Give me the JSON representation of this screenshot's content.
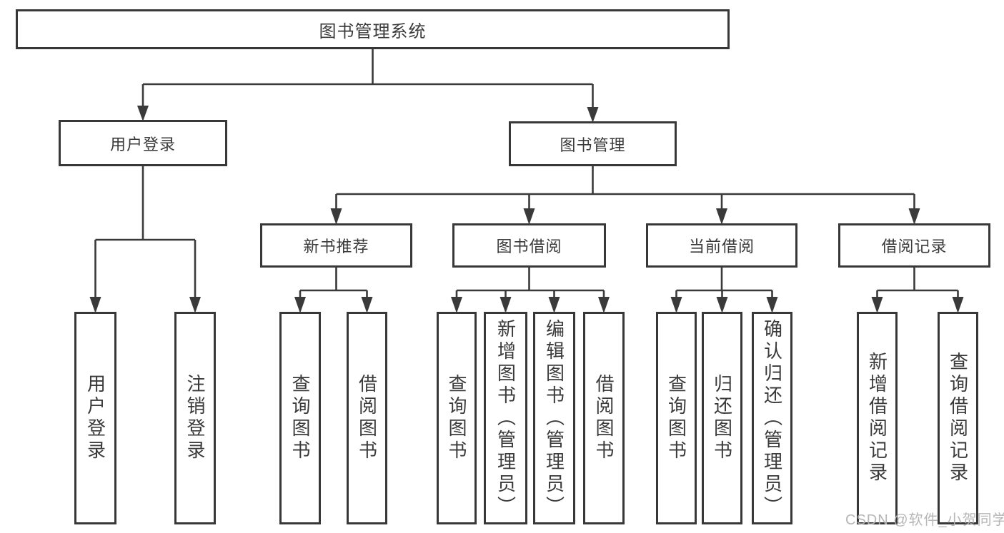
{
  "tree": {
    "root": {
      "label": "图书管理系统",
      "children": [
        {
          "label": "用户登录",
          "children": [
            {
              "label": "用户登录"
            },
            {
              "label": "注销登录"
            }
          ]
        },
        {
          "label": "图书管理",
          "children": [
            {
              "label": "新书推荐",
              "children": [
                {
                  "label": "查询图书"
                },
                {
                  "label": "借阅图书"
                }
              ]
            },
            {
              "label": "图书借阅",
              "children": [
                {
                  "label": "查询图书"
                },
                {
                  "label": "新增图书（管理员）"
                },
                {
                  "label": "编辑图书（管理员）"
                },
                {
                  "label": "借阅图书"
                }
              ]
            },
            {
              "label": "当前借阅",
              "children": [
                {
                  "label": "查询图书"
                },
                {
                  "label": "归还图书"
                },
                {
                  "label": "确认归还（管理员）"
                }
              ]
            },
            {
              "label": "借阅记录",
              "children": [
                {
                  "label": "新增借阅记录"
                },
                {
                  "label": "查询借阅记录"
                }
              ]
            }
          ]
        }
      ]
    }
  },
  "watermark": {
    "text": "CSDN @软件_小贺同学"
  },
  "colors": {
    "line": "#3a3a3a",
    "border": "#383838",
    "text": "#3a3a3a",
    "watermark": "#b2b2b2",
    "background": "#ffffff"
  }
}
